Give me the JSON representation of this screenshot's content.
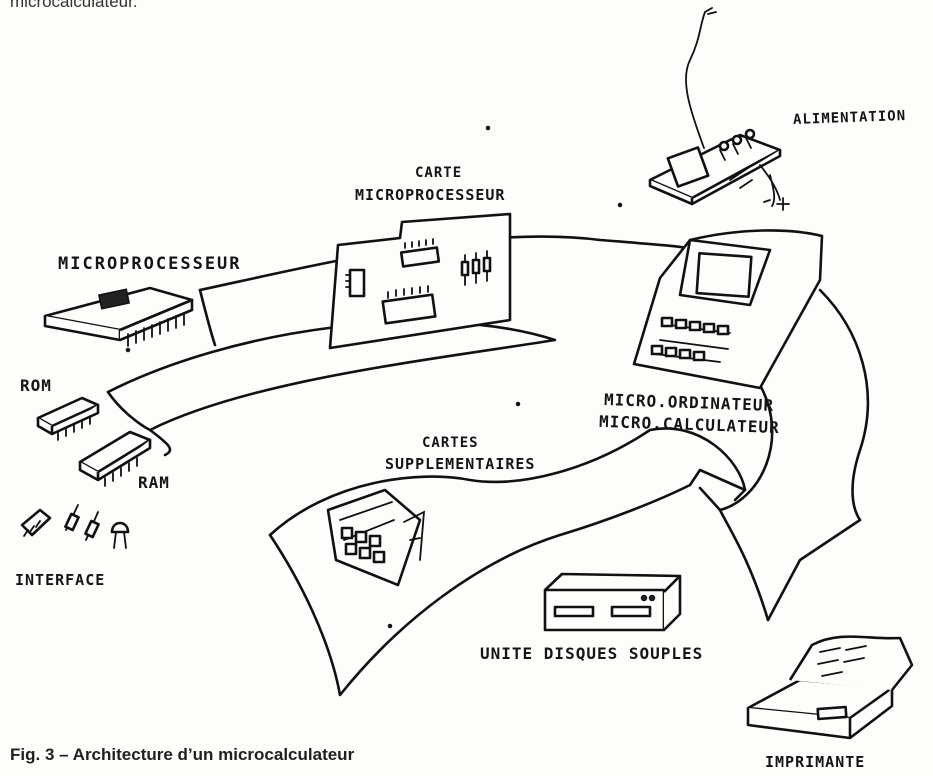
{
  "header_fragment": "microcalculateur.",
  "labels": {
    "alimentation": "ALIMENTATION",
    "carte_line1": "CARTE",
    "carte_line2": "MICROPROCESSEUR",
    "microprocesseur": "MICROPROCESSEUR",
    "micro_ordinateur": "MICRO.ORDINATEUR",
    "micro_calculateur": "MICRO.CALCULATEUR",
    "rom": "ROM",
    "ram": "RAM",
    "cartes_line1": "CARTES",
    "cartes_line2": "SUPPLEMENTAIRES",
    "interface": "INTERFACE",
    "unite_disques": "UNITE DISQUES SOUPLES",
    "imprimante": "IMPRIMANTE"
  },
  "caption": "Fig. 3 – Architecture d’un microcalculateur",
  "colors": {
    "ink": "#111111",
    "paper": "#fdfdfb"
  }
}
